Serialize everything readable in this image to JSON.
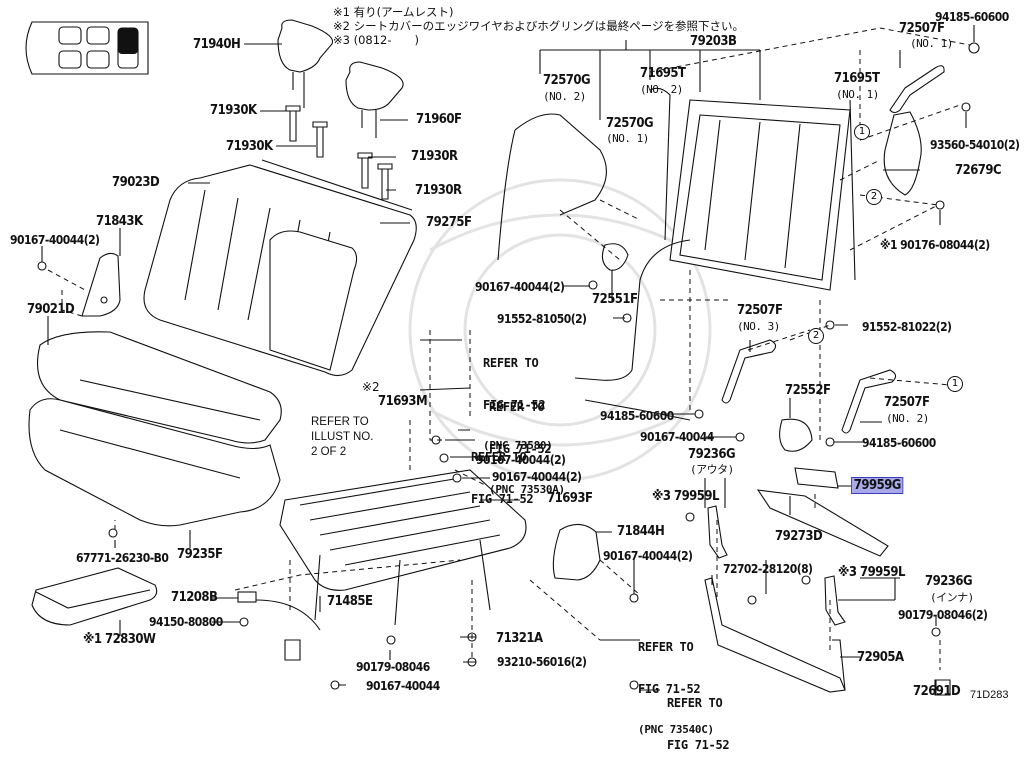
{
  "diagram": {
    "figure_code": "71D283",
    "notes": [
      "※1 有り(アームレスト)",
      "※2 シートカバーのエッジワイヤおよびホグリングは最終ページを参照下さい。",
      "※3 (0812-　　)"
    ],
    "illustration_ref": "REFER TO\nILLUST NO.\n2 OF 2",
    "highlighted_part": "79959G",
    "parts": {
      "p71940H": "71940H",
      "p71930K_a": "71930K",
      "p71930K_b": "71930K",
      "p71960F": "71960F",
      "p71930R_a": "71930R",
      "p71930R_b": "71930R",
      "p79023D": "79023D",
      "p79275F": "79275F",
      "p71843K": "71843K",
      "p90167_tl": "90167-40044(2)",
      "p79021D": "79021D",
      "p79203B": "79203B",
      "p72570G_2": "72570G",
      "p72570G_2_sub": "(NO. 2)",
      "p72570G_1": "72570G",
      "p72570G_1_sub": "(NO. 1)",
      "p71695T_2": "71695T",
      "p71695T_2_sub": "(NO. 2)",
      "p71695T_1": "71695T",
      "p71695T_1_sub": "(NO. 1)",
      "p72507F_1": "72507F",
      "p72507F_1_sub": "(NO. 1)",
      "p94185_tr": "94185-60600",
      "p93560": "93560-54010(2)",
      "p72679C": "72679C",
      "p90176": "※1 90176-08044(2)",
      "p90167_mid": "90167-40044(2)",
      "p72551F": "72551F",
      "p91552_81050": "91552-81050(2)",
      "p91552_81022": "91552-81022(2)",
      "p72507F_3": "72507F",
      "p72507F_3_sub": "(NO. 3)",
      "p72507F_2": "72507F",
      "p72507F_2_sub": "(NO. 2)",
      "p72552F": "72552F",
      "p94185_mid": "94185-60600",
      "p94185_r": "94185-60600",
      "p90167_single": "90167-40044",
      "p79236G_outer": "79236G",
      "p79236G_outer_sub": "(アウタ)",
      "p79959L_a": "※3 79959L",
      "p79959G": "79959G",
      "p79273D": "79273D",
      "p71693M": "71693M",
      "p71693F": "71693F",
      "p90167_c": "90167-40044(2)",
      "p90167_d": "90167-40044(2)",
      "p71844H": "71844H",
      "p90167_e": "90167-40044(2)",
      "p72702": "72702-28120(8)",
      "p79959L_b": "※3 79959L",
      "p79236G_inner": "79236G",
      "p79236G_inner_sub": "(インナ)",
      "p90179_r": "90179-08046(2)",
      "p72905A": "72905A",
      "p72691D": "72691D",
      "p67771": "67771-26230-B0",
      "p79235F": "79235F",
      "p72830W": "※1 72830W",
      "p71208B": "71208B",
      "p94150": "94150-80800",
      "p71485E": "71485E",
      "p90179_b": "90179-08046",
      "p90167_bot": "90167-40044",
      "p71321A": "71321A",
      "p93210": "93210-56016(2)",
      "note2_ref": "※2"
    },
    "refers": [
      {
        "line1": "REFER TO",
        "line2": "FIG 71-52",
        "pnc": "(PNC 73580)"
      },
      {
        "line1": "REFER TO",
        "line2": "FIG 71-52",
        "pnc": "(PNC 73530A)"
      },
      {
        "line1": "REFER TO",
        "line2": "FIG 71-52",
        "pnc": ""
      },
      {
        "line1": "REFER TO",
        "line2": "FIG 71-52",
        "pnc": "(PNC 73540C)"
      },
      {
        "line1": "REFER TO",
        "line2": "FIG 71-52",
        "pnc": ""
      }
    ],
    "circle_markers": {
      "one": "1",
      "two": "2"
    }
  }
}
